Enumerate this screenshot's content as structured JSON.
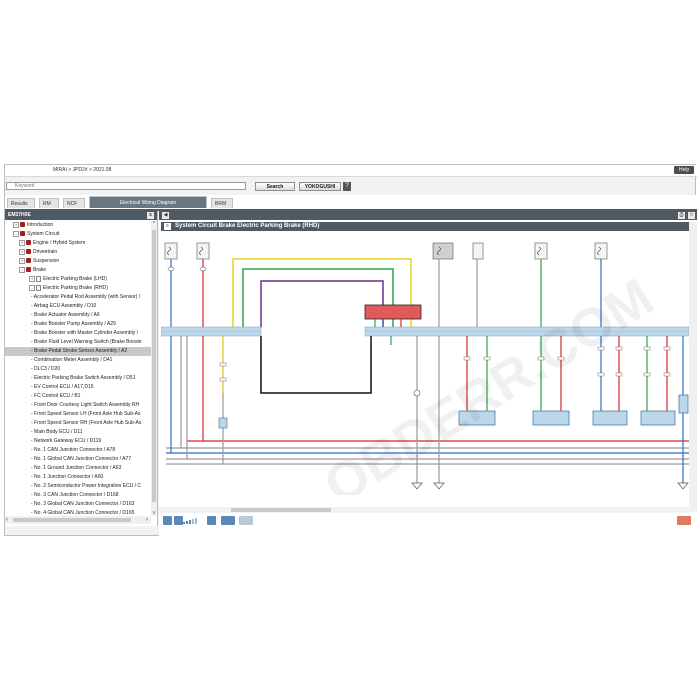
{
  "breadcrumb": "MIRAI > JPD2# > 2021.08",
  "help_label": "Help",
  "search": {
    "placeholder": "Keyword",
    "button": "Search",
    "yokogushi": "YOKOGUSHI",
    "help": "?"
  },
  "tabs": [
    {
      "label": "Results"
    },
    {
      "label": "RM"
    },
    {
      "label": "NCF"
    },
    {
      "label": "Electrical Wiring Diagram"
    },
    {
      "label": "BRM"
    }
  ],
  "left_pane": {
    "title": "EM37H0E",
    "close": "x"
  },
  "tree": [
    {
      "label": "Introduction",
      "level": 1,
      "kind": "book"
    },
    {
      "label": "System Circuit",
      "level": 1,
      "kind": "book"
    },
    {
      "label": "Engine / Hybrid System",
      "level": 2,
      "kind": "book"
    },
    {
      "label": "Driveetrain",
      "level": 2,
      "kind": "book"
    },
    {
      "label": "Suspension",
      "level": 2,
      "kind": "book"
    },
    {
      "label": "Brake",
      "level": 2,
      "kind": "book"
    },
    {
      "label": "Electric Parking Brake (LHD)",
      "level": 3,
      "kind": "doc"
    },
    {
      "label": "Electric Parking Brake (RHD)",
      "level": 3,
      "kind": "doc"
    },
    {
      "label": "- Accelerator Pedal Rod Assembly (with Sensor) /",
      "level": 4,
      "kind": "leaf"
    },
    {
      "label": "- Airbag ECU Assembly / D10",
      "level": 4,
      "kind": "leaf"
    },
    {
      "label": "- Brake Actuator Assembly / A6",
      "level": 4,
      "kind": "leaf"
    },
    {
      "label": "- Brake Booster Pump Assembly / A29",
      "level": 4,
      "kind": "leaf"
    },
    {
      "label": "- Brake Booster with Master Cylinder Assembly /",
      "level": 4,
      "kind": "leaf"
    },
    {
      "label": "- Brake Fluid Level Warning Switch (Brake Booste",
      "level": 4,
      "kind": "leaf"
    },
    {
      "label": "- Brake Pedal Stroke Sensor Assembly / A2",
      "level": 4,
      "kind": "leaf",
      "selected": true
    },
    {
      "label": "- Combination Meter Assembly / D41",
      "level": 4,
      "kind": "leaf"
    },
    {
      "label": "- DLC3 / D20",
      "level": 4,
      "kind": "leaf"
    },
    {
      "label": "- Electric Parking Brake Switch Assembly / D51",
      "level": 4,
      "kind": "leaf"
    },
    {
      "label": "- EV Control ECU / A17,D15",
      "level": 4,
      "kind": "leaf"
    },
    {
      "label": "- FC Control ECU / B1",
      "level": 4,
      "kind": "leaf"
    },
    {
      "label": "- Front Door Courtesy Light Switch Assembly RH",
      "level": 4,
      "kind": "leaf"
    },
    {
      "label": "- Front Speed Sensor LH (Front Axle Hub Sub-As",
      "level": 4,
      "kind": "leaf"
    },
    {
      "label": "- Front Speed Sensor RH (Front Axle Hub Sub-As",
      "level": 4,
      "kind": "leaf"
    },
    {
      "label": "- Main Body ECU / D11",
      "level": 4,
      "kind": "leaf"
    },
    {
      "label": "- Network Gateway ECU / D119",
      "level": 4,
      "kind": "leaf"
    },
    {
      "label": "- No. 1 CAN Junction Connector / A78",
      "level": 4,
      "kind": "leaf"
    },
    {
      "label": "- No. 1 Global CAN Junction Connector / A77",
      "level": 4,
      "kind": "leaf"
    },
    {
      "label": "- No. 1 Ground Junction Connector / A63",
      "level": 4,
      "kind": "leaf"
    },
    {
      "label": "- No. 1 Junction Connector / A60",
      "level": 4,
      "kind": "leaf"
    },
    {
      "label": "- No. 2 Semiconductor Power Integration ECU / C",
      "level": 4,
      "kind": "leaf"
    },
    {
      "label": "- No. 3 CAN Junction Connector / D168",
      "level": 4,
      "kind": "leaf"
    },
    {
      "label": "- No. 3 Global CAN Junction Connector / D163",
      "level": 4,
      "kind": "leaf"
    },
    {
      "label": "- No. 4 Global CAN Junction Connector / D165",
      "level": 4,
      "kind": "leaf"
    }
  ],
  "diagram": {
    "title": "System Circuit  Brake  Electric Parking Brake (RHD)",
    "watermark": "OBDERR.COM",
    "wire_colors": {
      "red": "#d22b2b",
      "yellow": "#e8d31a",
      "green": "#2ba34a",
      "blue": "#2a6fc8",
      "purple": "#6b2e8f",
      "black": "#111111",
      "gray": "#9a9a9a",
      "light_blue": "#bcd6ea"
    }
  },
  "icons": {
    "search": "search-icon",
    "close": "close-icon",
    "collapse": "chevron-left-icon",
    "print": "print-icon",
    "popout": "popout-icon"
  }
}
